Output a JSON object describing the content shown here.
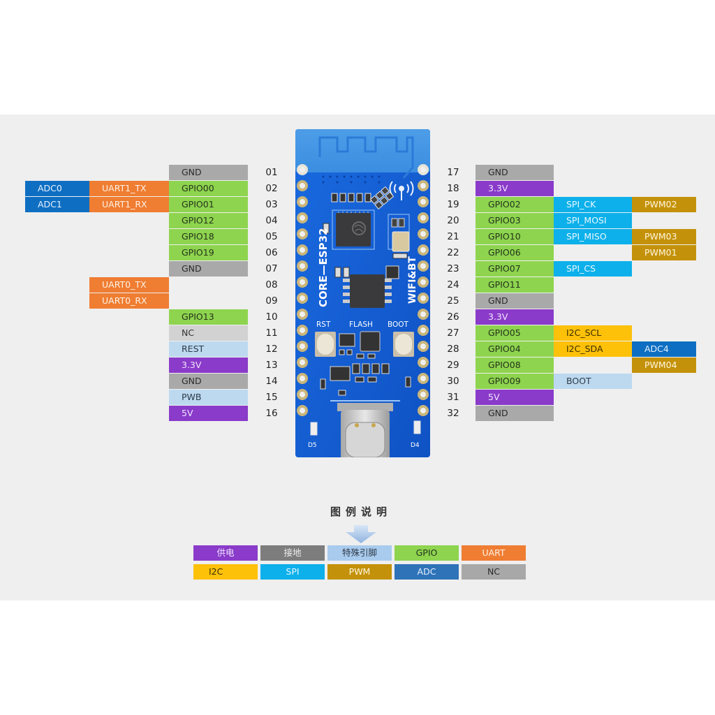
{
  "board": {
    "silkscreen_left": "CORE—ESP32",
    "silkscreen_right": "WIFI&BT",
    "button_rst": "RST",
    "label_flash": "FLASH",
    "button_boot": "BOOT",
    "led_d5": "D5",
    "led_d4": "D4"
  },
  "left_pins": [
    {
      "num": "01",
      "name": "GND",
      "type": "gnd"
    },
    {
      "num": "02",
      "name": "GPIO00",
      "type": "gpio",
      "alt1": {
        "label": "UART1_TX",
        "type": "uart"
      },
      "alt2": {
        "label": "ADC0",
        "type": "adc"
      }
    },
    {
      "num": "03",
      "name": "GPIO01",
      "type": "gpio",
      "alt1": {
        "label": "UART1_RX",
        "type": "uart"
      },
      "alt2": {
        "label": "ADC1",
        "type": "adc"
      }
    },
    {
      "num": "04",
      "name": "GPIO12",
      "type": "gpio"
    },
    {
      "num": "05",
      "name": "GPIO18",
      "type": "gpio"
    },
    {
      "num": "06",
      "name": "GPIO19",
      "type": "gpio"
    },
    {
      "num": "07",
      "name": "GND",
      "type": "gnd"
    },
    {
      "num": "08",
      "name": "",
      "type": "none",
      "alt1": {
        "label": "UART0_TX",
        "type": "uart"
      }
    },
    {
      "num": "09",
      "name": "",
      "type": "none",
      "alt1": {
        "label": "UART0_RX",
        "type": "uart"
      }
    },
    {
      "num": "10",
      "name": "GPIO13",
      "type": "gpio"
    },
    {
      "num": "11",
      "name": "NC",
      "type": "nc"
    },
    {
      "num": "12",
      "name": "REST",
      "type": "special"
    },
    {
      "num": "13",
      "name": "3.3V",
      "type": "power"
    },
    {
      "num": "14",
      "name": "GND",
      "type": "gnd"
    },
    {
      "num": "15",
      "name": "PWB",
      "type": "special"
    },
    {
      "num": "16",
      "name": "5V",
      "type": "power"
    }
  ],
  "right_pins": [
    {
      "num": "17",
      "name": "GND",
      "type": "gnd"
    },
    {
      "num": "18",
      "name": "3.3V",
      "type": "power"
    },
    {
      "num": "19",
      "name": "GPIO02",
      "type": "gpio",
      "alt1": {
        "label": "SPI_CK",
        "type": "spi"
      },
      "alt2": {
        "label": "PWM02",
        "type": "pwm"
      }
    },
    {
      "num": "20",
      "name": "GPIO03",
      "type": "gpio",
      "alt1": {
        "label": "SPI_MOSI",
        "type": "spi"
      }
    },
    {
      "num": "21",
      "name": "GPIO10",
      "type": "gpio",
      "alt1": {
        "label": "SPI_MISO",
        "type": "spi"
      },
      "alt2": {
        "label": "PWM03",
        "type": "pwm"
      }
    },
    {
      "num": "22",
      "name": "GPIO06",
      "type": "gpio",
      "alt2": {
        "label": "PWM01",
        "type": "pwm"
      }
    },
    {
      "num": "23",
      "name": "GPIO07",
      "type": "gpio",
      "alt1": {
        "label": "SPI_CS",
        "type": "spi"
      }
    },
    {
      "num": "24",
      "name": "GPIO11",
      "type": "gpio"
    },
    {
      "num": "25",
      "name": "GND",
      "type": "gnd"
    },
    {
      "num": "26",
      "name": "3.3V",
      "type": "power"
    },
    {
      "num": "27",
      "name": "GPIO05",
      "type": "gpio",
      "alt1": {
        "label": "I2C_SCL",
        "type": "i2c"
      }
    },
    {
      "num": "28",
      "name": "GPIO04",
      "type": "gpio",
      "alt1": {
        "label": "I2C_SDA",
        "type": "i2c"
      },
      "alt2": {
        "label": "ADC4",
        "type": "adc"
      }
    },
    {
      "num": "29",
      "name": "GPIO08",
      "type": "gpio",
      "alt2": {
        "label": "PWM04",
        "type": "pwm"
      }
    },
    {
      "num": "30",
      "name": "GPIO09",
      "type": "gpio",
      "alt1": {
        "label": "BOOT",
        "type": "special"
      }
    },
    {
      "num": "31",
      "name": "5V",
      "type": "power"
    },
    {
      "num": "32",
      "name": "GND",
      "type": "gnd"
    }
  ],
  "legend": {
    "title": "图例说明",
    "items": [
      {
        "label": "供电",
        "type": "power"
      },
      {
        "label": "接地",
        "type": "gnd-legend"
      },
      {
        "label": "特殊引脚",
        "type": "special"
      },
      {
        "label": "GPIO",
        "type": "gpio"
      },
      {
        "label": "UART",
        "type": "uart"
      },
      {
        "label": "I2C",
        "type": "i2c"
      },
      {
        "label": "SPI",
        "type": "spi"
      },
      {
        "label": "PWM",
        "type": "pwm"
      },
      {
        "label": "ADC",
        "type": "adc-legend"
      },
      {
        "label": "NC",
        "type": "nc-legend"
      }
    ]
  },
  "colors": {
    "power": "#8a3bc9",
    "gnd": "#a9a9a9",
    "gpio": "#8ed44f",
    "uart": "#ef7d32",
    "i2c": "#fdc10a",
    "spi": "#0db0ea",
    "pwm": "#c4920a",
    "adc": "#0e6fc2",
    "nc": "#d2d2d2",
    "special": "#bcd9f0",
    "pcb": "#1560d8"
  }
}
